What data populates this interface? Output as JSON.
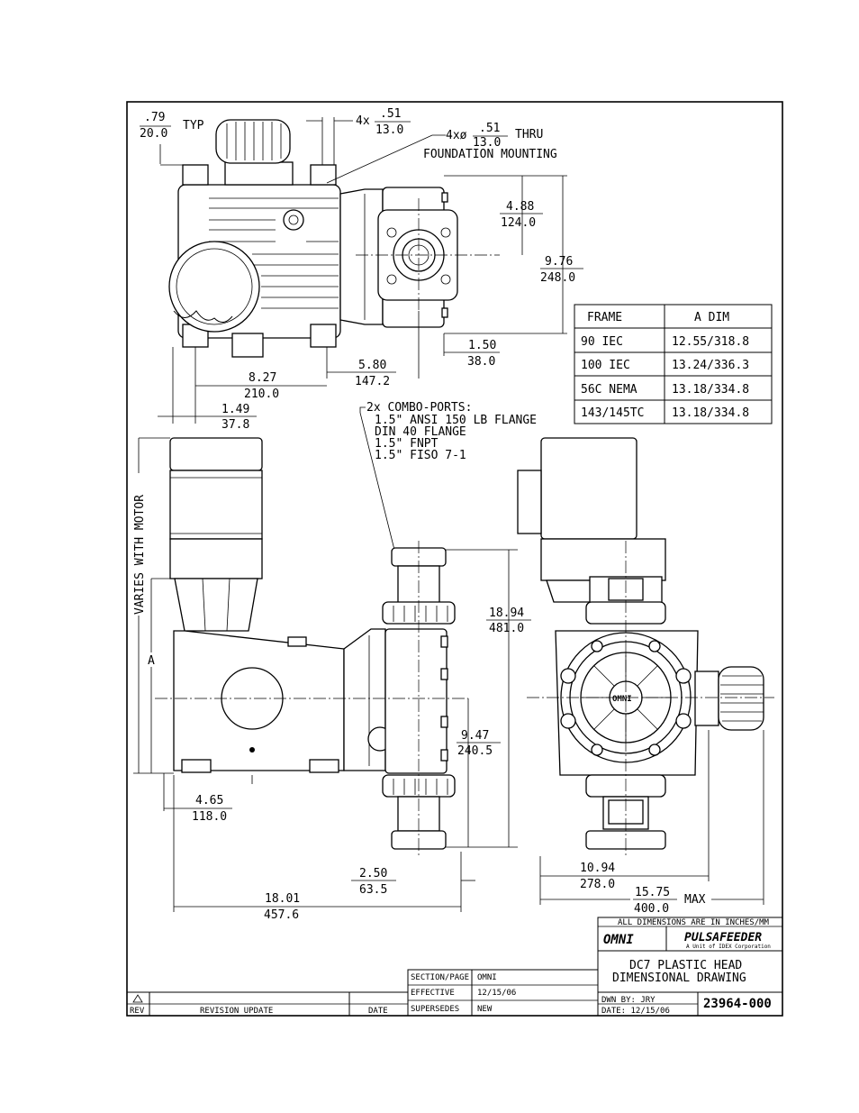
{
  "dimensions": {
    "d079": {
      "top": ".79",
      "bottom": "20.0",
      "suffix": "TYP"
    },
    "d051": {
      "prefix": "4x",
      "top": ".51",
      "bottom": "13.0"
    },
    "dthru": {
      "prefix": "4xø",
      "top": ".51",
      "bottom": "13.0",
      "suffix": "THRU",
      "note": "FOUNDATION MOUNTING"
    },
    "d488": {
      "top": "4.88",
      "bottom": "124.0"
    },
    "d976": {
      "top": "9.76",
      "bottom": "248.0"
    },
    "d150": {
      "top": "1.50",
      "bottom": "38.0"
    },
    "d580": {
      "top": "5.80",
      "bottom": "147.2"
    },
    "d827": {
      "top": "8.27",
      "bottom": "210.0"
    },
    "d149": {
      "top": "1.49",
      "bottom": "37.8"
    },
    "d1894": {
      "top": "18.94",
      "bottom": "481.0"
    },
    "d947": {
      "top": "9.47",
      "bottom": "240.5"
    },
    "d465": {
      "top": "4.65",
      "bottom": "118.0"
    },
    "d250": {
      "top": "2.50",
      "bottom": "63.5"
    },
    "d1801": {
      "top": "18.01",
      "bottom": "457.6"
    },
    "d1094": {
      "top": "10.94",
      "bottom": "278.0"
    },
    "d1575": {
      "top": "15.75",
      "bottom": "400.0",
      "suffix": "MAX"
    },
    "varies": "VARIES WITH MOTOR",
    "a_label": "A"
  },
  "ports_note": [
    "2x COMBO-PORTS:",
    "1.5\" ANSI 150 LB FLANGE",
    "DIN 40 FLANGE",
    "1.5\" FNPT",
    "1.5\" FISO 7-1"
  ],
  "frame_table": {
    "headers": [
      "FRAME",
      "A DIM"
    ],
    "rows": [
      [
        "90 IEC",
        "12.55/318.8"
      ],
      [
        "100 IEC",
        "13.24/336.3"
      ],
      [
        "56C NEMA",
        "13.18/334.8"
      ],
      [
        "143/145TC",
        "13.18/334.8"
      ]
    ]
  },
  "title_block": {
    "units_note": "ALL DIMENSIONS ARE IN INCHES/MM",
    "brand_left": "OMNI",
    "brand_right": "PULSAFEEDER",
    "brand_sub": "A Unit of IDEX Corporation",
    "title_line1": "DC7 PLASTIC HEAD",
    "title_line2": "DIMENSIONAL DRAWING",
    "drawn_by": "DWN BY: JRY",
    "date": "DATE: 12/15/06",
    "drawing_number": "23964-000",
    "section_label": "SECTION/PAGE",
    "section_value": "OMNI",
    "effective_label": "EFFECTIVE",
    "effective_value": "12/15/06",
    "supersedes_label": "SUPERSEDES",
    "supersedes_value": "NEW",
    "rev_label": "REV",
    "revision_label": "REVISION UPDATE",
    "date_label": "DATE"
  }
}
